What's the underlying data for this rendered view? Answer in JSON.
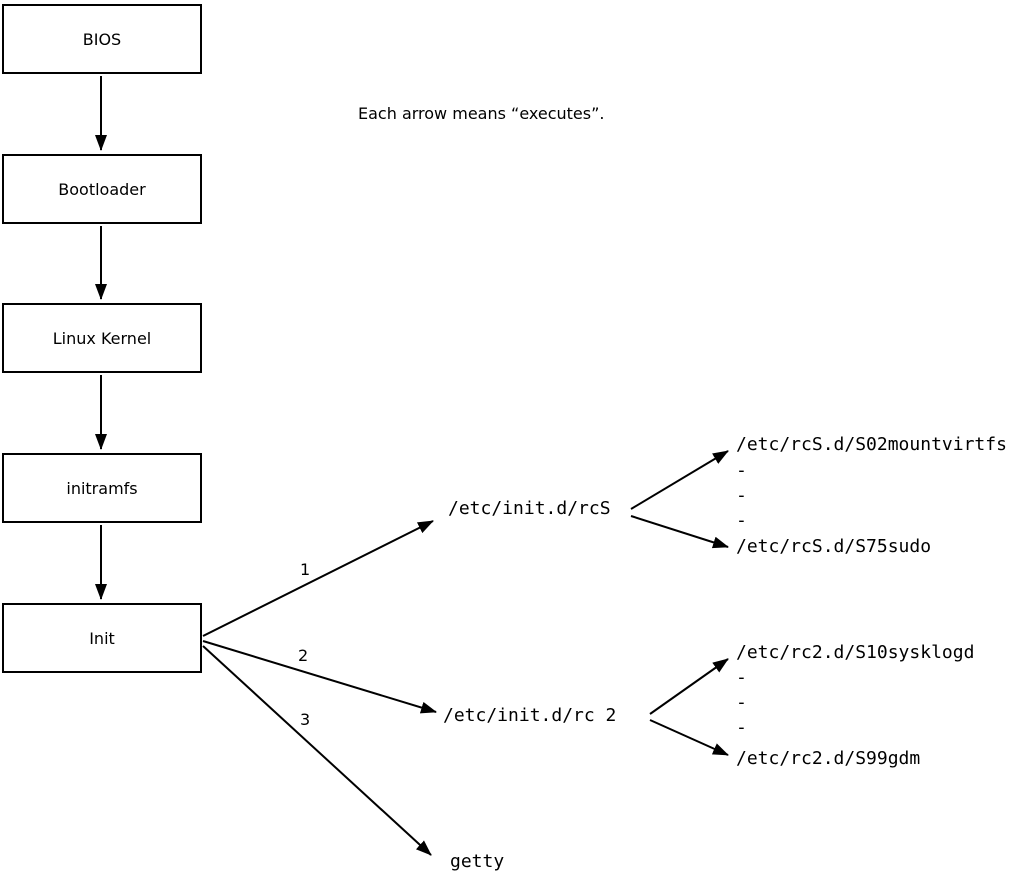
{
  "diagram": {
    "caption": "Each arrow means “executes”.",
    "boxes": [
      {
        "id": "bios",
        "label": "BIOS"
      },
      {
        "id": "bootloader",
        "label": "Bootloader"
      },
      {
        "id": "linux-kernel",
        "label": "Linux Kernel"
      },
      {
        "id": "initramfs",
        "label": "initramfs"
      },
      {
        "id": "init",
        "label": "Init"
      }
    ],
    "branches": [
      {
        "number": "1",
        "target": "/etc/init.d/rcS"
      },
      {
        "number": "2",
        "target": "/etc/init.d/rc 2"
      },
      {
        "number": "3",
        "target": "getty"
      }
    ],
    "rcs_children": [
      "/etc/rcS.d/S02mountvirtfs",
      "/etc/rcS.d/S75sudo"
    ],
    "rc2_children": [
      "/etc/rc2.d/S10sysklogd",
      "/etc/rc2.d/S99gdm"
    ],
    "ellipsis_dash": "-"
  }
}
